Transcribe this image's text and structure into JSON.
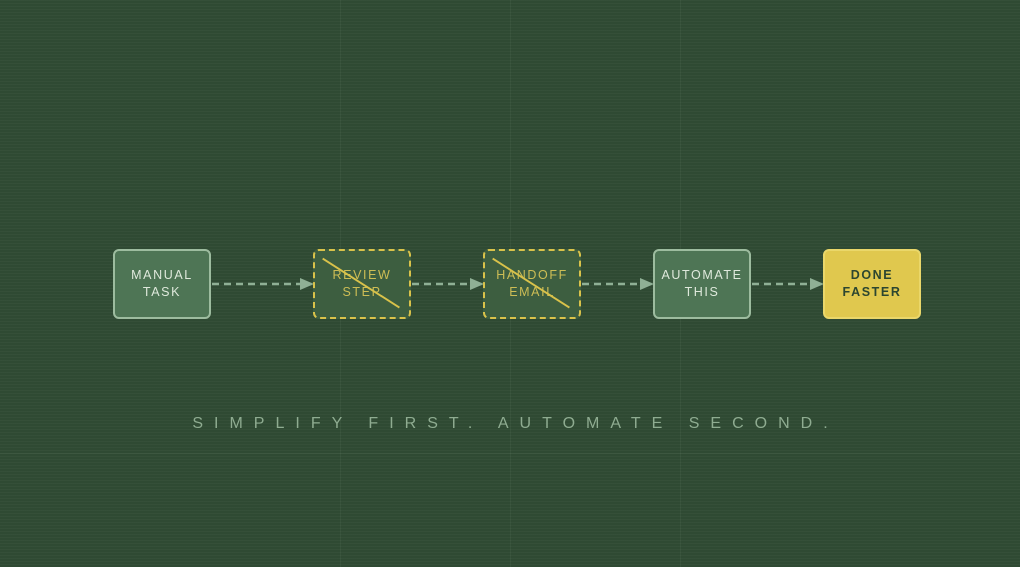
{
  "diagram": {
    "nodes": [
      {
        "label": "MANUAL\nTASK",
        "style": "solid"
      },
      {
        "label": "REVIEW\nSTEP",
        "style": "removed"
      },
      {
        "label": "HANDOFF\nEMAIL",
        "style": "removed"
      },
      {
        "label": "AUTOMATE\nTHIS",
        "style": "solid"
      },
      {
        "label": "DONE\nFASTER",
        "style": "final"
      }
    ],
    "connectors": 4,
    "tagline": "SIMPLIFY FIRST. AUTOMATE SECOND."
  },
  "colors": {
    "background": "#2f4a33",
    "node_fill": "#4e7555",
    "node_border": "#9dbc9f",
    "removed_border": "#d9c24a",
    "final_fill": "#e0c84e",
    "connector": "#8fb095",
    "tagline": "#8fac91"
  }
}
